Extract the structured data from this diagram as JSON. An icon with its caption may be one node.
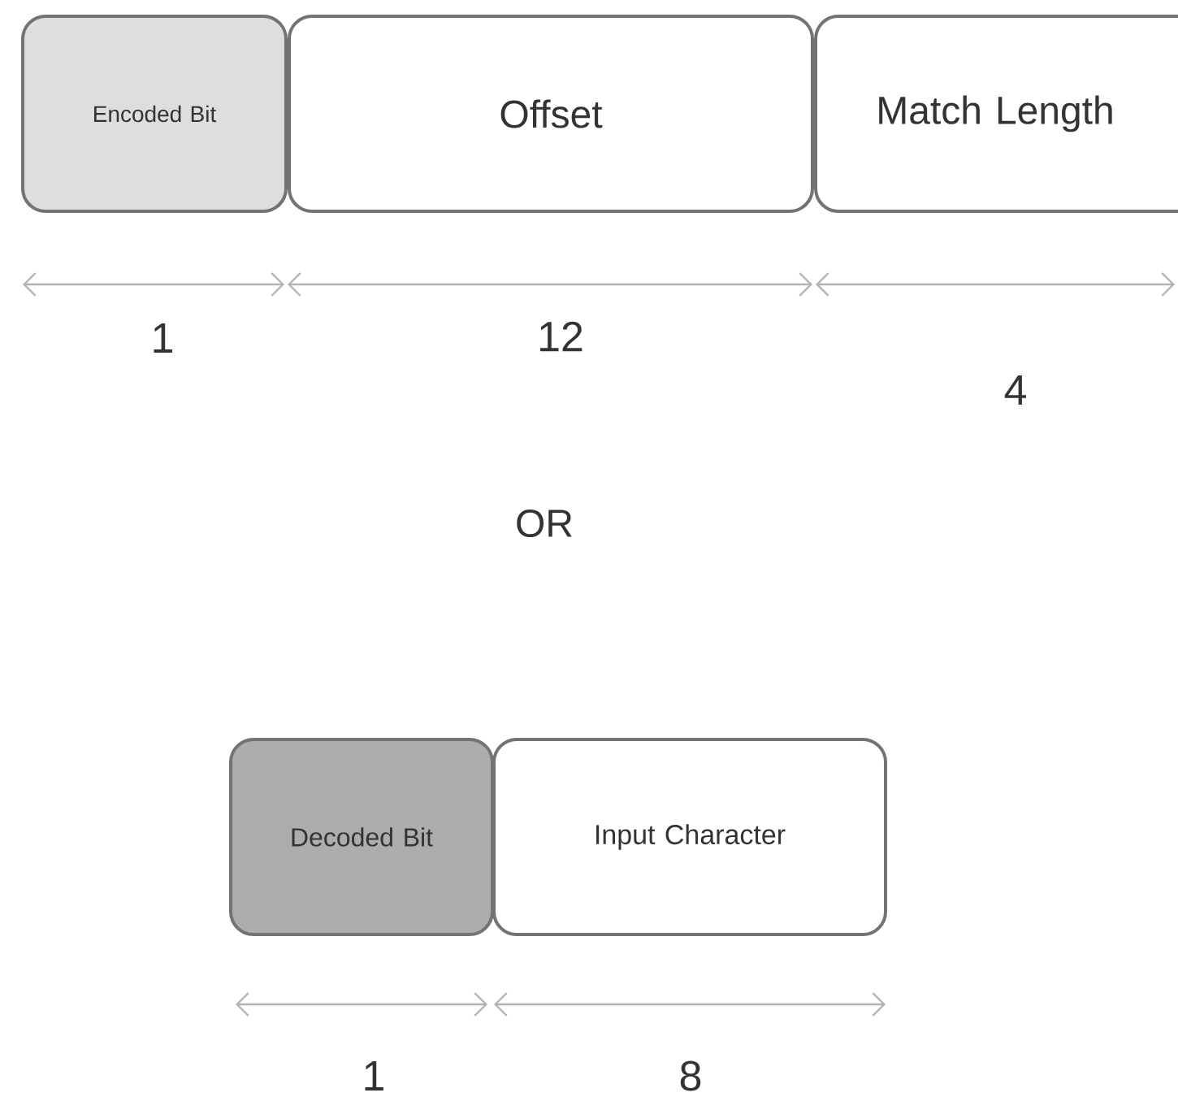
{
  "diagram": {
    "nodes": [
      {
        "text": [
          "Encoded Bit"
        ]
      },
      {
        "text": [
          "Offset"
        ]
      },
      {
        "text": [
          "Match Length"
        ]
      },
      {
        "text": [
          "Decoded Bit"
        ]
      },
      {
        "text": [
          "Input Character"
        ]
      }
    ],
    "labels": [
      "1",
      "12",
      "4",
      "OR",
      "1",
      "8"
    ]
  }
}
